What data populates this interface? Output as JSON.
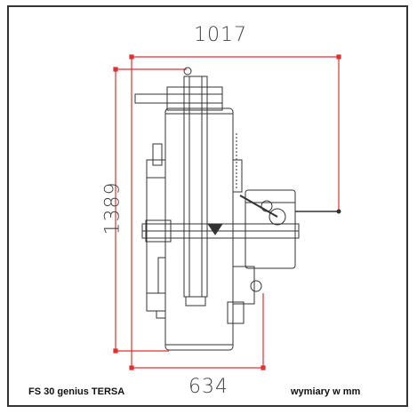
{
  "dimensions": {
    "width_label": "1017",
    "height_label": "1389",
    "depth_label": "634"
  },
  "captions": {
    "model": "FS 30 genius TERSA",
    "units": "wymiary w mm"
  },
  "colors": {
    "dimension_line": "#e03030",
    "drawing_line": "#333333"
  }
}
